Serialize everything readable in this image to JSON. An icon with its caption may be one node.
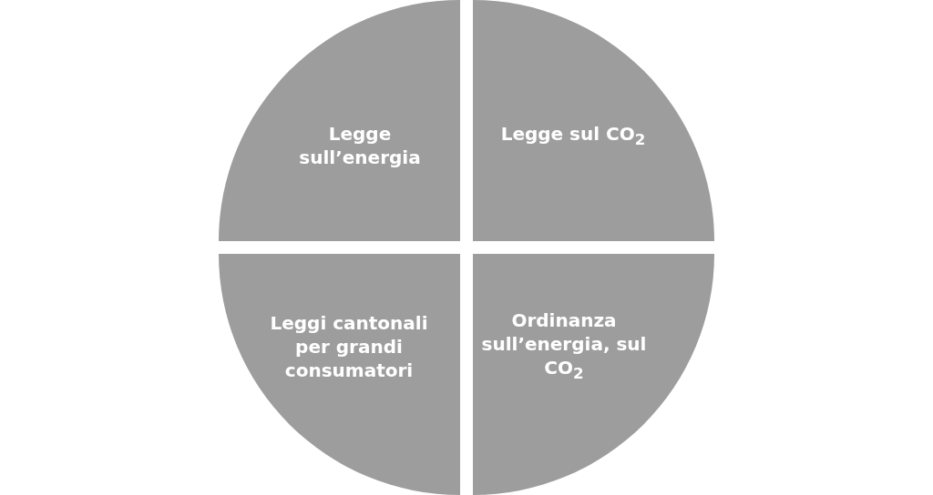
{
  "diagram": {
    "nodes": [
      {
        "text": [
          "Legge sull’energia"
        ]
      },
      {
        "text": [
          "Legge sul CO$_{2}$"
        ]
      },
      {
        "text": [
          "Leggi cantonali per grandi consumatori"
        ]
      },
      {
        "text": [
          "Ordinanza sull’energia, sul CO$_{2}$"
        ]
      }
    ]
  }
}
